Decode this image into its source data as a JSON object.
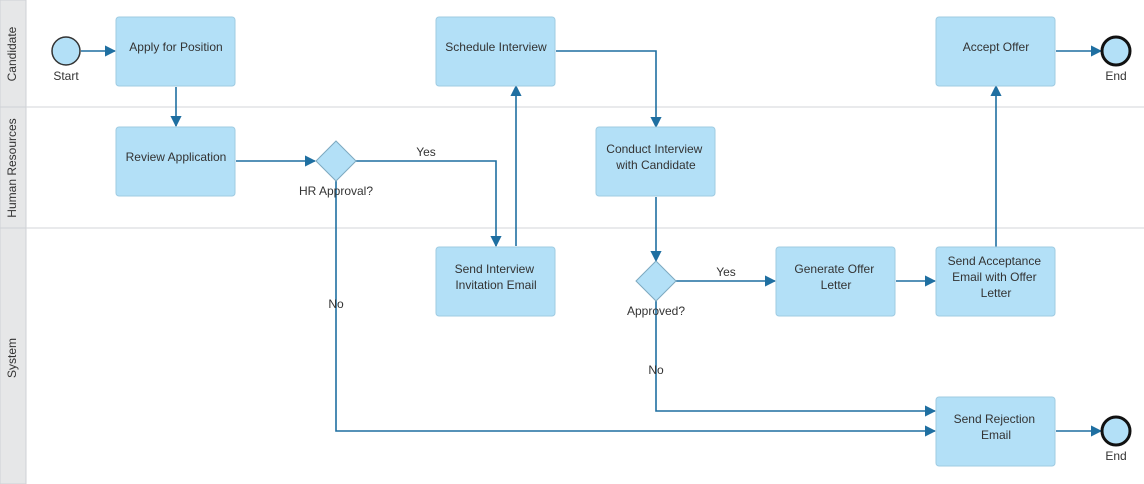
{
  "lanes": [
    {
      "id": "candidate",
      "label": "Candidate"
    },
    {
      "id": "hr",
      "label": "Human Resources"
    },
    {
      "id": "system",
      "label": "System"
    }
  ],
  "events": [
    {
      "id": "start",
      "label": "Start",
      "kind": "start"
    },
    {
      "id": "end1",
      "label": "End",
      "kind": "end"
    },
    {
      "id": "end2",
      "label": "End",
      "kind": "end"
    }
  ],
  "tasks": [
    {
      "id": "apply",
      "lines": [
        "Apply for Position"
      ]
    },
    {
      "id": "schedule",
      "lines": [
        "Schedule Interview"
      ]
    },
    {
      "id": "accept",
      "lines": [
        "Accept Offer"
      ]
    },
    {
      "id": "review",
      "lines": [
        "Review Application"
      ]
    },
    {
      "id": "conduct",
      "lines": [
        "Conduct Interview",
        "with Candidate"
      ]
    },
    {
      "id": "sendinv",
      "lines": [
        "Send Interview",
        "Invitation Email"
      ]
    },
    {
      "id": "genoffer",
      "lines": [
        "Generate Offer",
        "Letter"
      ]
    },
    {
      "id": "sendacc",
      "lines": [
        "Send Acceptance",
        "Email with Offer",
        "Letter"
      ]
    },
    {
      "id": "reject",
      "lines": [
        "Send Rejection",
        "Email"
      ]
    }
  ],
  "gateways": [
    {
      "id": "hrappr",
      "label": "HR Approval?"
    },
    {
      "id": "approved",
      "label": "Approved?"
    }
  ],
  "flow_labels": [
    {
      "id": "yes1",
      "text": "Yes"
    },
    {
      "id": "no1",
      "text": "No"
    },
    {
      "id": "yes2",
      "text": "Yes"
    },
    {
      "id": "no2",
      "text": "No"
    }
  ],
  "colors": {
    "task_fill": "#b3e0f7",
    "flow_stroke": "#1f6fa1",
    "lane_header": "#e6e7e8"
  }
}
